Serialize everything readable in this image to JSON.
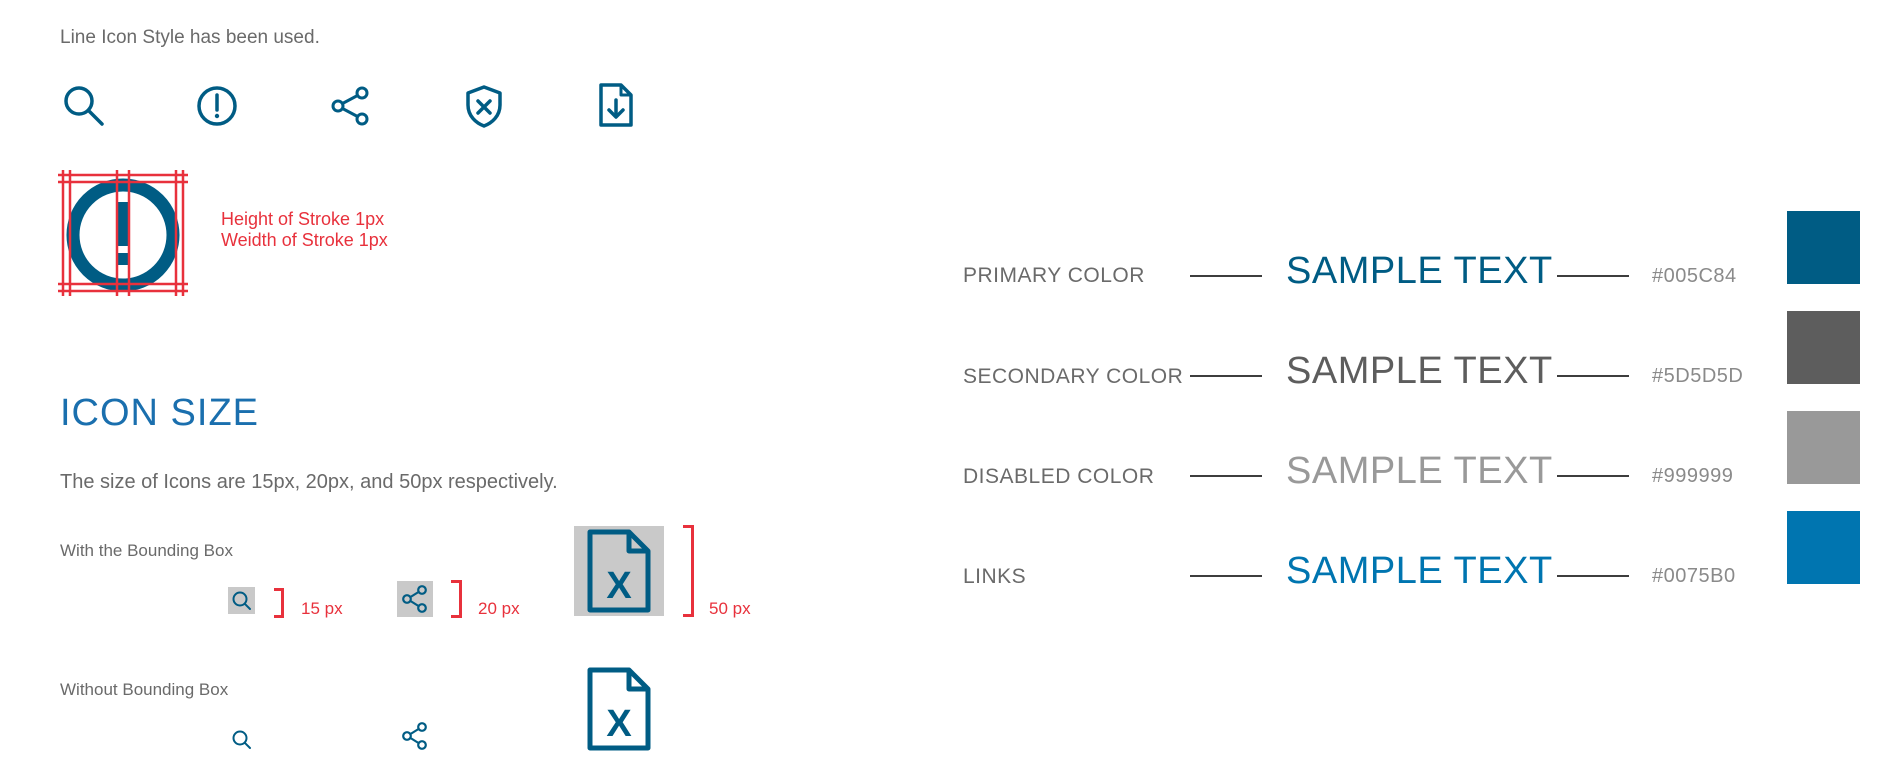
{
  "intro_text": "Line Icon Style has been used.",
  "icon_row": [
    "search-icon",
    "exclamation-circle-icon",
    "share-icon",
    "shield-x-icon",
    "file-download-icon"
  ],
  "stroke_notes": {
    "height": "Height of Stroke 1px",
    "width": "Weidth of Stroke 1px"
  },
  "icon_size": {
    "title": "ICON SIZE",
    "description": "The size of Icons are 15px, 20px, and 50px respectively.",
    "with_box_label": "With the Bounding Box",
    "without_box_label": "Without Bounding Box",
    "sizes": [
      "15 px",
      "20 px",
      "50 px"
    ]
  },
  "colors": [
    {
      "label": "PRIMARY COLOR",
      "sample": "SAMPLE TEXT",
      "hex": "#005C84",
      "color": "#005C84"
    },
    {
      "label": "SECONDARY COLOR",
      "sample": "SAMPLE TEXT",
      "hex": "#5D5D5D",
      "color": "#5D5D5D"
    },
    {
      "label": "DISABLED COLOR",
      "sample": "SAMPLE TEXT",
      "hex": "#999999",
      "color": "#999999"
    },
    {
      "label": "LINKS",
      "sample": "SAMPLE TEXT",
      "hex": "#0075B0",
      "color": "#0075B0"
    }
  ],
  "accent_icon_color": "#005C84",
  "guide_color": "#E8313C"
}
